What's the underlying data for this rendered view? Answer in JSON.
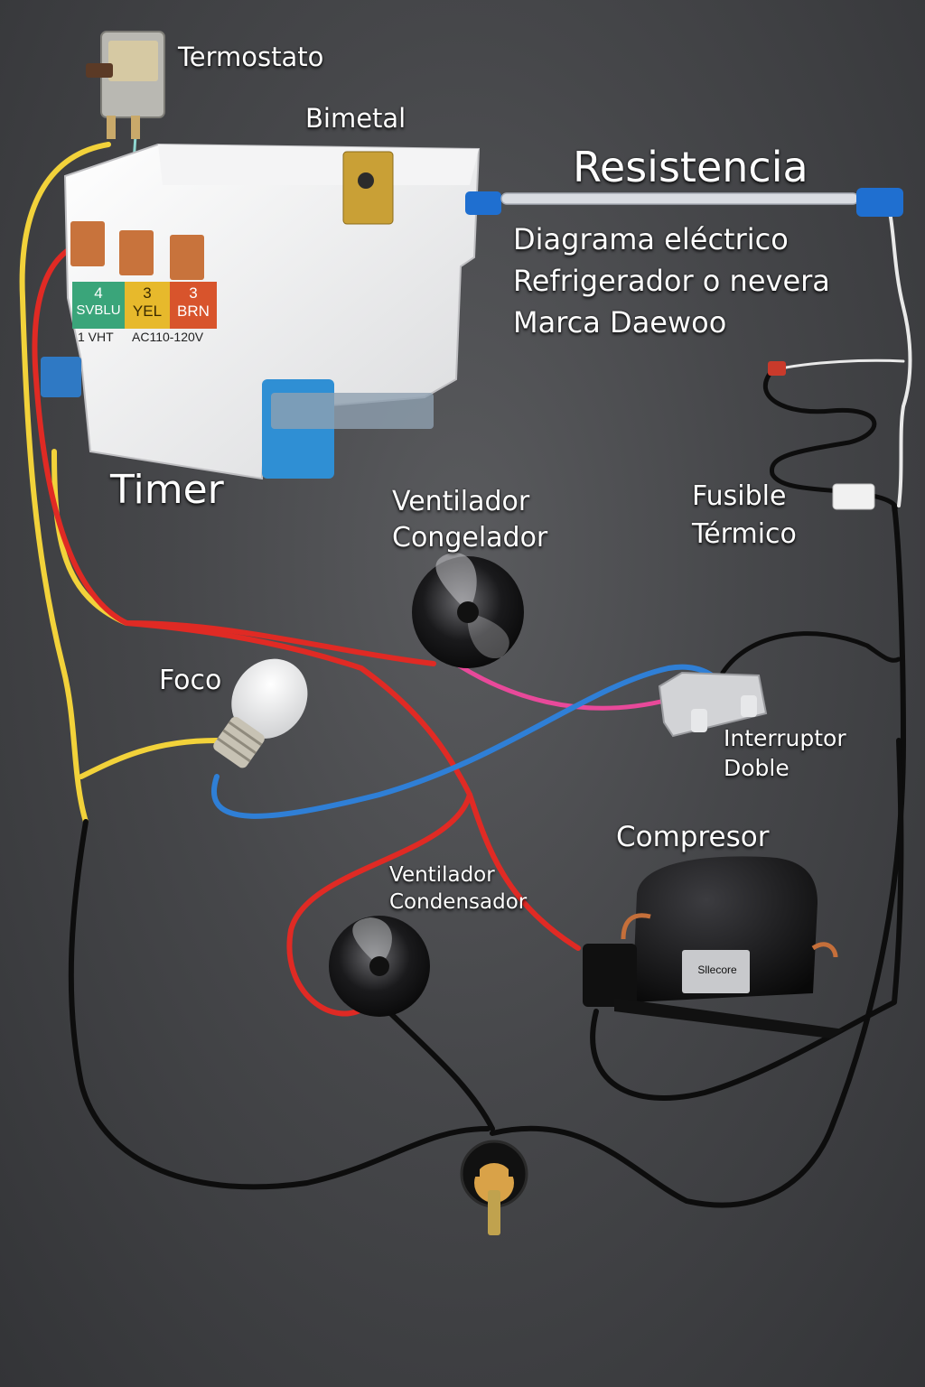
{
  "diagram": {
    "title": "Resistencia",
    "subtitle_lines": [
      "Diagrama eléctrico",
      "Refrigerador o nevera",
      "Marca Daewoo"
    ],
    "components": {
      "termostato": "Termostato",
      "bimetal": "Bimetal",
      "timer": "Timer",
      "ventilador_congelador": [
        "Ventilador",
        "Congelador"
      ],
      "fusible_termico": [
        "Fusible",
        "Térmico"
      ],
      "foco": "Foco",
      "interruptor_doble": [
        "Interruptor",
        "Doble"
      ],
      "compresor": "Compresor",
      "ventilador_condensador": [
        "Ventilador",
        "Condensador"
      ]
    },
    "timer_terminals": [
      {
        "num": "4",
        "code": "SVBLU",
        "color": "#3aa57a"
      },
      {
        "num": "3",
        "code": "YEL",
        "color": "#e7b92c"
      },
      {
        "num": "3",
        "code": "BRN",
        "color": "#d8542c"
      }
    ],
    "timer_rating": [
      "1 VHT",
      "AC110-120V"
    ],
    "compressor_plate": "Sllecore",
    "wire_colors": {
      "yellow": "#f2d23a",
      "red": "#e02a24",
      "blue": "#2f7fd6",
      "black": "#0d0d0d",
      "white": "#e9e9e9",
      "brown": "#7a3418",
      "pink": "#e8499a"
    }
  }
}
